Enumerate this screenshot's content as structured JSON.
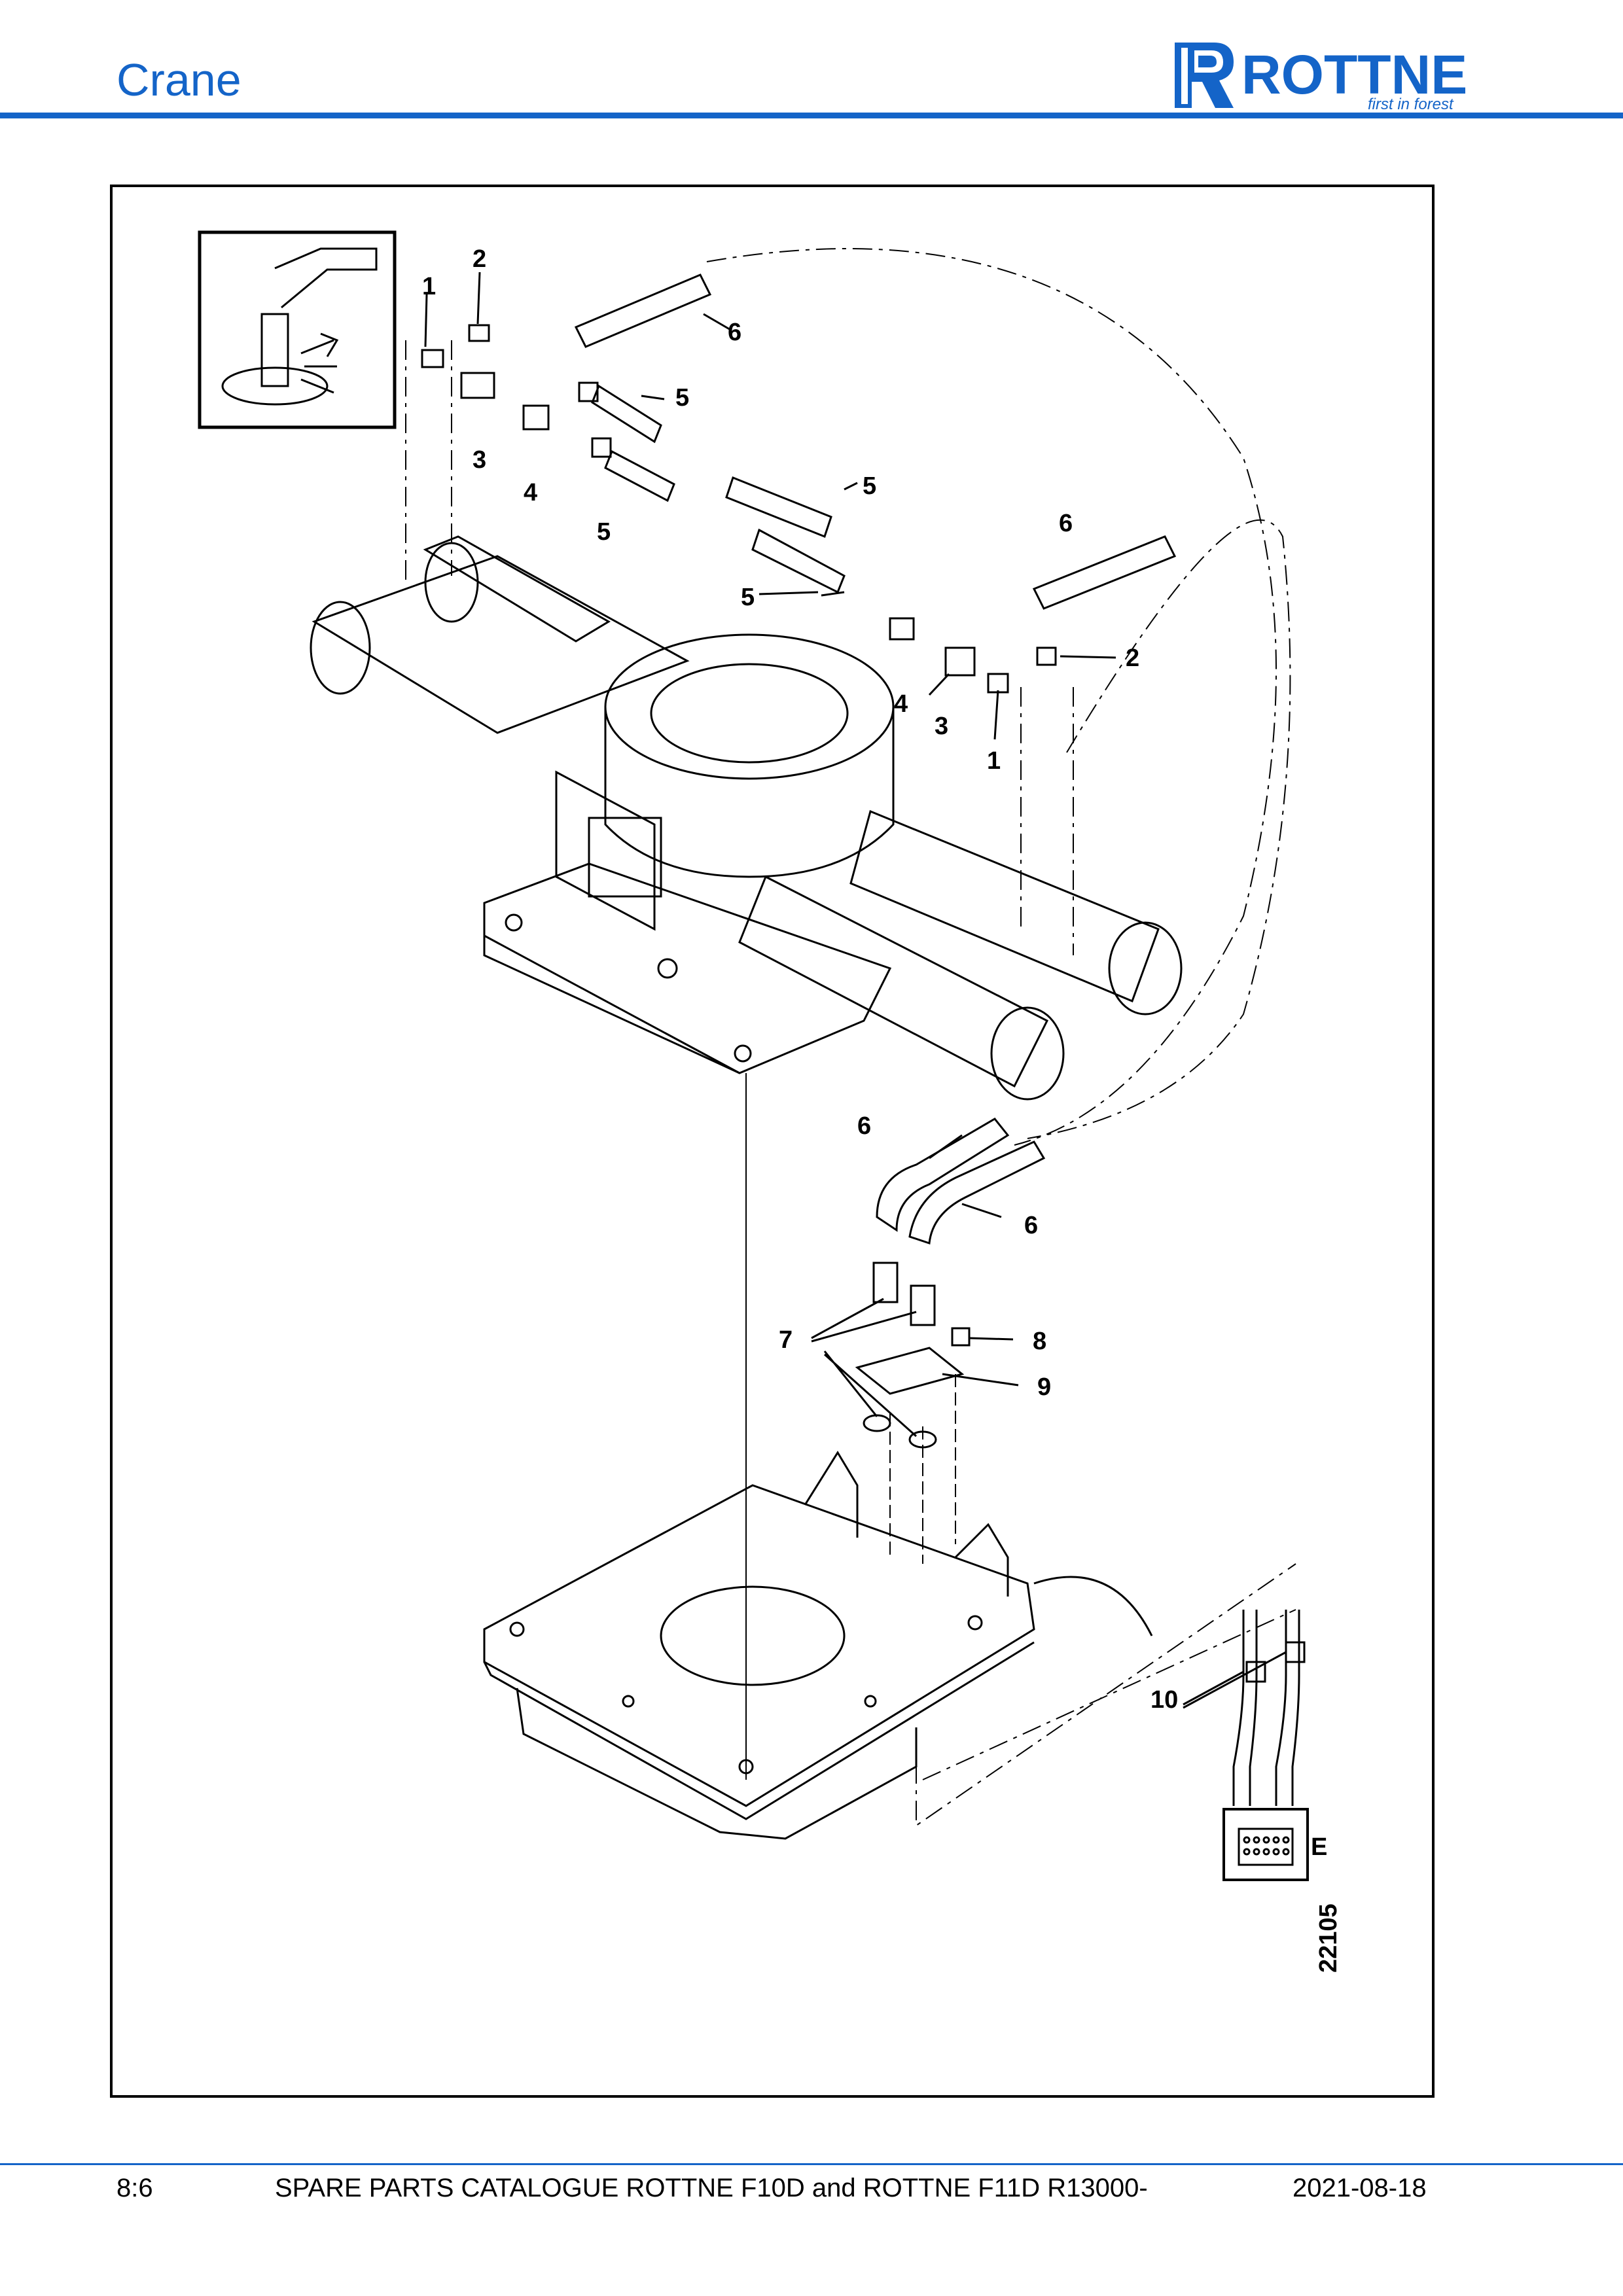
{
  "header": {
    "title": "Crane"
  },
  "logo": {
    "brand": "ROTTNE",
    "tagline": "first in forest",
    "color": "#1464c8"
  },
  "drawing": {
    "callouts": [
      "1",
      "2",
      "3",
      "4",
      "5",
      "6",
      "7",
      "8",
      "9",
      "10"
    ],
    "connector_label": "E",
    "figure_number": "22105"
  },
  "footer": {
    "page": "8:6",
    "document": "SPARE PARTS CATALOGUE ROTTNE F10D and ROTTNE F11D R13000-",
    "date": "2021-08-18"
  }
}
